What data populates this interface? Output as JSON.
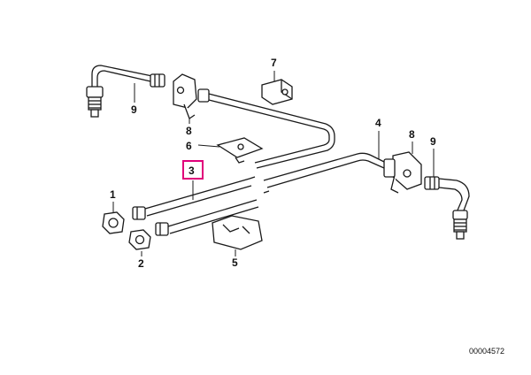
{
  "diagram": {
    "callouts": {
      "c1": "1",
      "c2": "2",
      "c3": "3",
      "c4": "4",
      "c5": "5",
      "c6": "6",
      "c7": "7",
      "c8a": "8",
      "c8b": "8",
      "c9a": "9",
      "c9b": "9"
    },
    "catalog_number": "00004572",
    "highlight_color": "#e0007a",
    "line_color": "#1a1a1a"
  }
}
